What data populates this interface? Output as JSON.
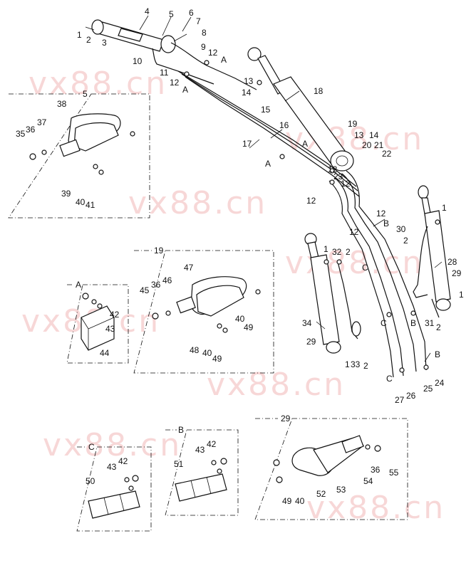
{
  "watermark": "vx88.cn",
  "callouts": {
    "c4": "4",
    "c5": "5",
    "c6": "6",
    "c7": "7",
    "c8": "8",
    "c1a": "1",
    "c2a": "2",
    "c3": "3",
    "c9": "9",
    "c12a": "12",
    "cA1": "A",
    "c10": "10",
    "c11": "11",
    "c12b": "12",
    "cA2": "A",
    "c13": "13",
    "c14": "14",
    "c15": "15",
    "c18": "18",
    "c16": "16",
    "c17": "17",
    "cA3": "A",
    "cA4": "A",
    "c19": "19",
    "c13b": "13",
    "c14b": "14",
    "c20": "20",
    "c21": "21",
    "c22": "22",
    "c12c": "12",
    "c23": "23",
    "c12d": "12",
    "c12e": "12",
    "c12f": "12",
    "c12g": "12",
    "cB1": "B",
    "c1b": "1",
    "c30": "30",
    "c2b": "2",
    "c28": "28",
    "c29a": "29",
    "c1c": "1",
    "c31": "31",
    "c2c": "2",
    "c1d": "1",
    "c32": "32",
    "c2d": "2",
    "cC1": "C",
    "c34": "34",
    "c29b": "29",
    "c1e": "1",
    "c33": "33",
    "c2e": "2",
    "cC2": "C",
    "cB2": "B",
    "cB3": "B",
    "cC3": "C",
    "c27": "27",
    "c26": "26",
    "c25": "25",
    "c24": "24"
  },
  "details": {
    "d5": {
      "title": "5",
      "labels": {
        "l38": "38",
        "l35": "35",
        "l36": "36",
        "l37": "37",
        "l39": "39",
        "l40": "40",
        "l41": "41"
      }
    },
    "d19": {
      "title": "19",
      "labels": {
        "l47": "47",
        "l45": "45",
        "l36": "36",
        "l46": "46",
        "l40a": "40",
        "l49a": "49",
        "l48": "48",
        "l40b": "40",
        "l49b": "49"
      }
    },
    "dA": {
      "title": "A",
      "labels": {
        "l42": "42",
        "l43": "43",
        "l44": "44"
      }
    },
    "d29": {
      "title": "29",
      "labels": {
        "l36": "36",
        "l55": "55",
        "l54": "54",
        "l53": "53",
        "l52": "52",
        "l49": "49",
        "l40": "40"
      }
    },
    "dC": {
      "title": "C",
      "labels": {
        "l43": "43",
        "l42": "42",
        "l50": "50"
      }
    },
    "dB": {
      "title": "B",
      "labels": {
        "l43": "43",
        "l42": "42",
        "l51": "51"
      }
    }
  }
}
